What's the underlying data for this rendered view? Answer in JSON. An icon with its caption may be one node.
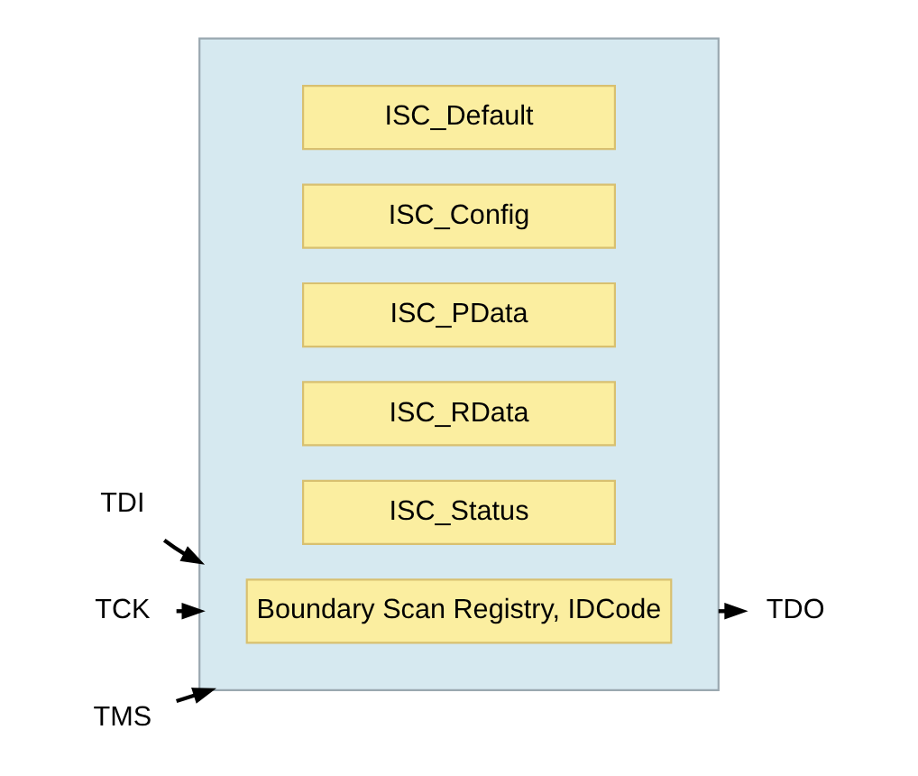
{
  "diagram": {
    "nodes": [
      {
        "text": [],
        "shape": "box"
      },
      {
        "text": [
          "ISC_Default"
        ],
        "in": 0
      },
      {
        "text": [
          "ISC_Config"
        ],
        "in": 0
      },
      {
        "text": [
          "ISC_PData"
        ],
        "in": 0
      },
      {
        "text": [
          "ISC_RData"
        ],
        "in": 0
      },
      {
        "text": [
          "ISC_Status"
        ],
        "in": 0
      },
      {
        "text": [
          "Boundary Scan Registry, IDCode"
        ],
        "in": 0
      },
      {
        "text": [
          "TDI"
        ]
      },
      {
        "text": [
          "TCK"
        ]
      },
      {
        "text": [
          "TMS"
        ]
      },
      {
        "text": [
          "TDO"
        ]
      }
    ],
    "edges": [
      {
        "from": 7,
        "to": 0,
        "arrow": "to"
      },
      {
        "from": 8,
        "to": 0,
        "arrow": "to"
      },
      {
        "from": 9,
        "to": 0,
        "arrow": "to"
      },
      {
        "from": 0,
        "to": 10,
        "arrow": "to"
      }
    ]
  }
}
